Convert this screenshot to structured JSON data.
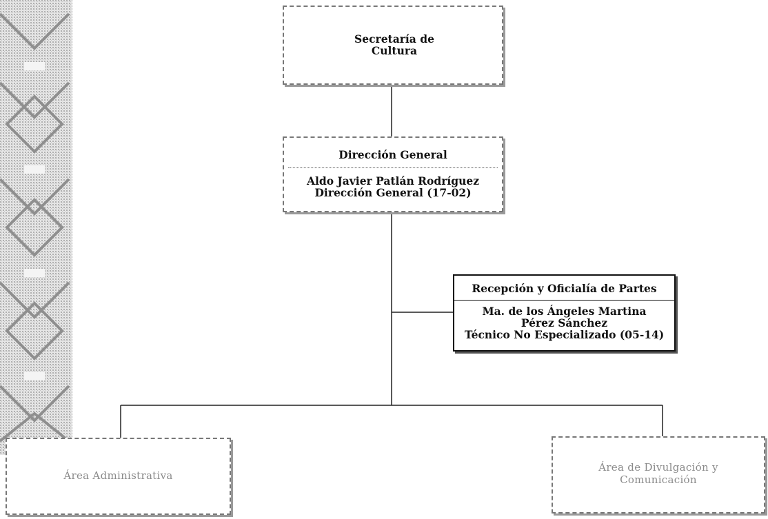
{
  "nodes": {
    "secretaria": {
      "name": "Secretaría de Cultura"
    },
    "direccion_general": {
      "title": "Dirección General",
      "holder_name": "Aldo Javier Patlán Rodríguez",
      "holder_position": "Dirección General (17-02)"
    },
    "recepcion": {
      "title": "Recepción y Oficialía de Partes",
      "holder_name_line1": "Ma. de los Ángeles Martina",
      "holder_name_line2": "Pérez Sánchez",
      "holder_position": "Técnico No Especializado (05-14)"
    },
    "area_administrativa": {
      "name": "Área Administrativa"
    },
    "area_divulgacion": {
      "name_line1": "Área de Divulgación y",
      "name_line2": "Comunicación"
    }
  },
  "colors": {
    "line": "#222222",
    "dashed_border": "#777777",
    "faded_text": "#8a8a8a",
    "pattern": "#b5b5b5"
  }
}
